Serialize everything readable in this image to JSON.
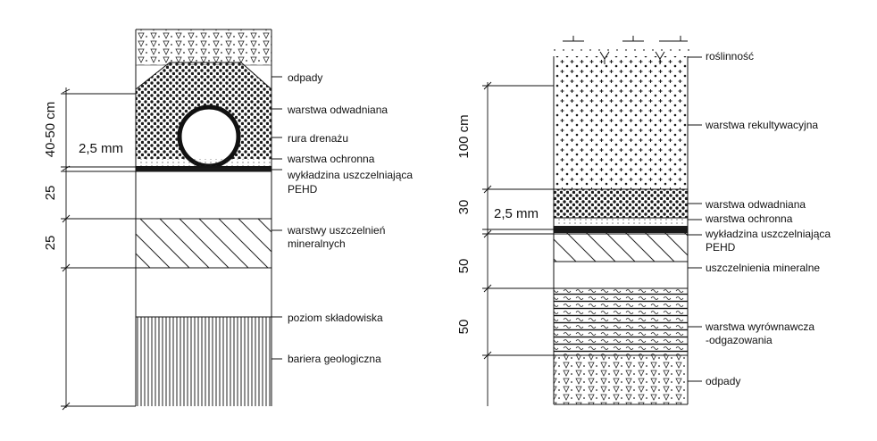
{
  "left_column": {
    "labels": {
      "odpady": "odpady",
      "warstwa_odwadniana": "warstwa odwadniana",
      "rura_drenazu": "rura drenażu",
      "warstwa_ochronna": "warstwa ochronna",
      "wykladzina_line1": "wykładzina uszczelniająca",
      "wykladzina_line2": "PEHD",
      "warstwy_uszczelnien_line1": "warstwy uszczelnień",
      "warstwy_uszczelnien_line2": "mineralnych",
      "poziom_skladowiska": "poziom składowiska",
      "bariera_geologiczna": "bariera geologiczna"
    },
    "dimensions": {
      "top_range": "40-50 cm",
      "liner_thickness": "2,5 mm",
      "seg1": "25",
      "seg2": "25"
    }
  },
  "right_column": {
    "labels": {
      "roslinnosc": "roślinność",
      "warstwa_rekultywacyjna": "warstwa rekultywacyjna",
      "warstwa_odwadniana": "warstwa odwadniana",
      "warstwa_ochronna": "warstwa ochronna",
      "wykladzina_line1": "wykładzina uszczelniająca",
      "wykladzina_line2": "PEHD",
      "uszczelnienia_mineralne": "uszczelnienia mineralne",
      "warstwa_wyrownawcza_line1": "warstwa wyrównawcza",
      "warstwa_wyrownawcza_line2": "-odgazowania",
      "odpady": "odpady"
    },
    "dimensions": {
      "top": "100 cm",
      "seg30": "30",
      "liner_thickness": "2,5 mm",
      "seg50a": "50",
      "seg50b": "50"
    }
  }
}
